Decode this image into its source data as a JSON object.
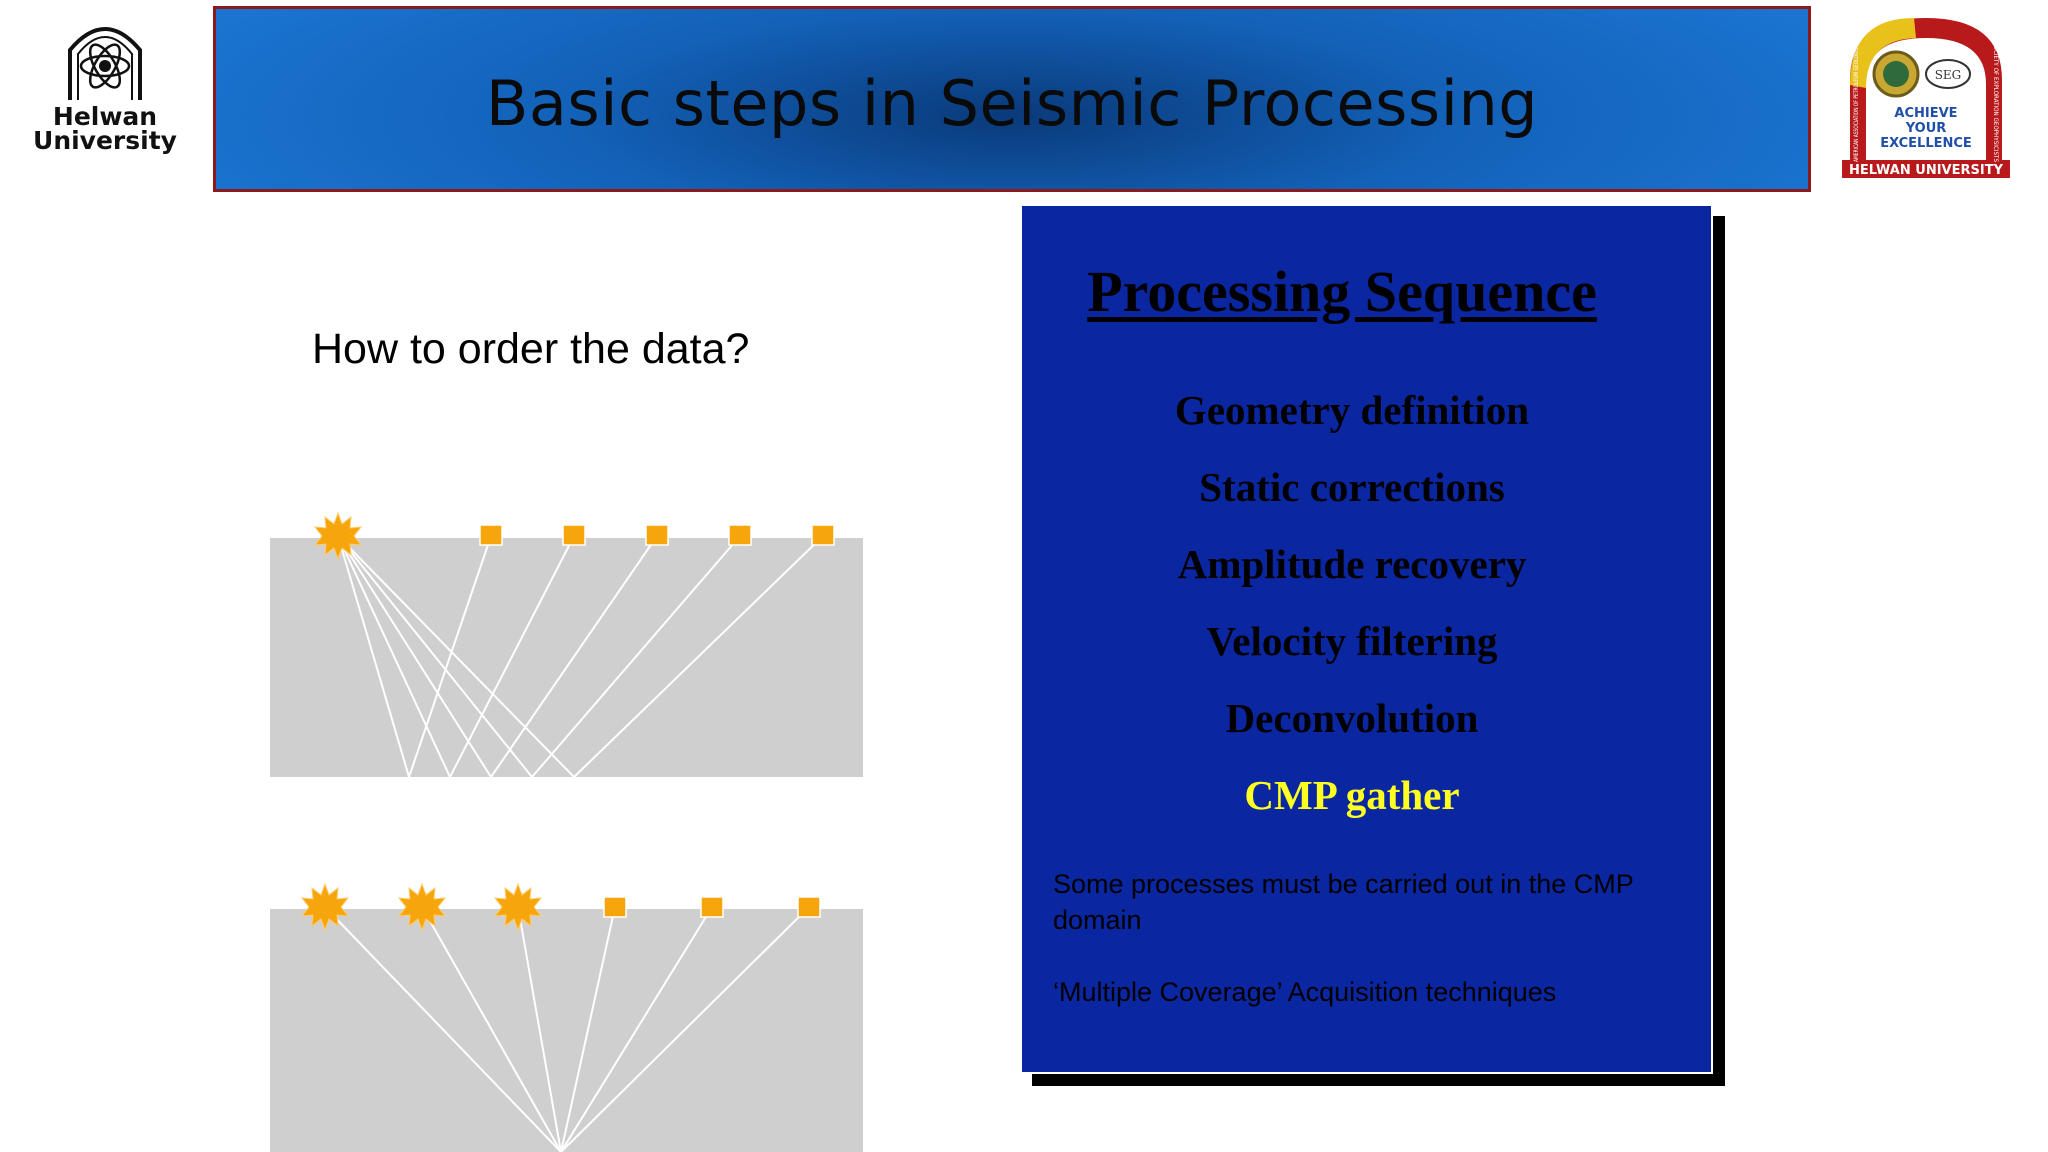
{
  "header": {
    "title": "Basic steps in Seismic Processing",
    "left_logo": {
      "name": "helwan-university-logo",
      "text": "Helwan University"
    },
    "right_logo": {
      "name": "aapg-seg-helwan-logo",
      "lines": [
        "ACHIEVE",
        "YOUR",
        "EXCELLENCE"
      ],
      "bottom": "HELWAN UNIVERSITY",
      "arc_left": "AMERICAN ASSOCIATION OF PETROLEUM GEOLOGISTS",
      "arc_right": "SOCIETY OF EXPLORATION GEOPHYSICISTS",
      "badge": "SEG"
    }
  },
  "left": {
    "question": "How to order the data?"
  },
  "panel": {
    "title": "Processing Sequence",
    "items": [
      {
        "label": "Geometry definition",
        "highlight": false
      },
      {
        "label": "Static corrections",
        "highlight": false
      },
      {
        "label": "Amplitude recovery",
        "highlight": false
      },
      {
        "label": "Velocity filtering",
        "highlight": false
      },
      {
        "label": "Deconvolution",
        "highlight": false
      },
      {
        "label": "CMP gather",
        "highlight": true
      }
    ],
    "note_1": "Some processes must be carried out in the CMP domain",
    "note_2": "‘Multiple Coverage’ Acquisition techniques"
  },
  "colors": {
    "banner_blue": "#1361b8",
    "banner_border": "#8b1b1b",
    "panel_blue": "#0a26a0",
    "highlight": "#ffff22",
    "source_orange": "#f7a50c",
    "ground_gray": "#cfcfcf"
  }
}
